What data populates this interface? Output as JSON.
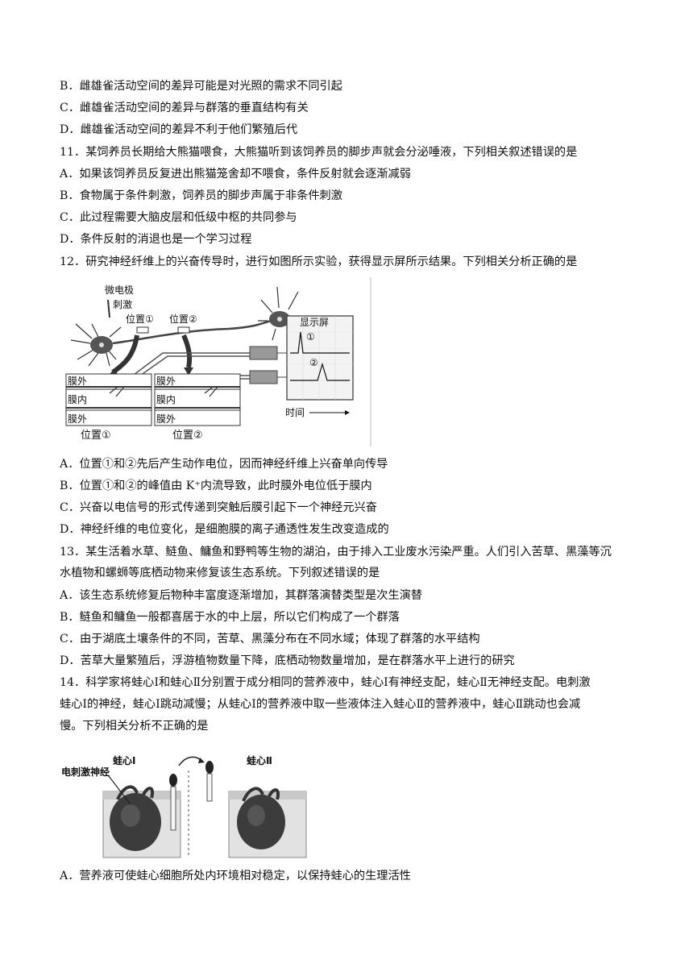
{
  "q10": {
    "optB": "B．雌雄雀活动空间的差异可能是对光照的需求不同引起",
    "optC": "C．雌雄雀活动空间的差异与群落的垂直结构有关",
    "optD": "D．雌雄雀活动空间的差异不利于他们繁殖后代"
  },
  "q11": {
    "stem": "11．某饲养员长期给大熊猫喂食，大熊猫听到该饲养员的脚步声就会分泌唾液，下列相关叙述错误的是",
    "optA": "A．如果该饲养员反复进出熊猫笼舍却不喂食，条件反射就会逐渐减弱",
    "optB": "B．食物属于条件刺激，饲养员的脚步声属于非条件刺激",
    "optC": "C．此过程需要大脑皮层和低级中枢的共同参与",
    "optD": "D．条件反射的消退也是一个学习过程"
  },
  "q12": {
    "stem": "12．研究神经纤维上的兴奋传导时，进行如图所示实验，获得显示屏所示结果。下列相关分析正确的是",
    "figure": {
      "electrode": "微电极",
      "stimulus": "刺激",
      "pos1": "位置①",
      "pos2": "位置②",
      "screen": "显示屏",
      "mark1": "①",
      "mark2": "②",
      "outside": "膜外",
      "inside": "膜内",
      "time": "时间"
    },
    "optA": "A．位置①和②先后产生动作电位，因而神经纤维上兴奋单向传导",
    "optB": "B．位置①和②的峰值由 K⁺内流导致，此时膜外电位低于膜内",
    "optC": "C．兴奋以电信号的形式传递到突触后膜引起下一个神经元兴奋",
    "optD": "D．神经纤维的电位变化，是细胞膜的离子通透性发生改变造成的"
  },
  "q13": {
    "stem1": "13．某生活着水草、鲢鱼、鳙鱼和野鸭等生物的湖泊，由于排入工业废水污染严重。人们引入苦草、黑藻等沉",
    "stem2": "水植物和螺蛳等底栖动物来修复该生态系统。下列叙述错误的是",
    "optA": "A．该生态系统修复后物种丰富度逐渐增加，其群落演替类型是次生演替",
    "optB": "B．鲢鱼和鳙鱼一般都喜居于水的中上层，所以它们构成了一个群落",
    "optC": "C．由于湖底土壤条件的不同，苦草、黑藻分布在不同水域；体现了群落的水平结构",
    "optD": "D．苦草大量繁殖后，浮游植物数量下降，底栖动物数量增加，是在群落水平上进行的研究"
  },
  "q14": {
    "stem1": "14．科学家将蛙心Ⅰ和蛙心Ⅱ分别置于成分相同的营养液中，蛙心Ⅰ有神经支配，蛙心Ⅱ无神经支配。电刺激",
    "stem2": "蛙心Ⅰ的神经，蛙心Ⅰ跳动减慢；从蛙心Ⅰ的营养液中取一些液体注入蛙心Ⅱ的营养液中，蛙心Ⅱ跳动也会减",
    "stem3": "慢。下列相关分析不正确的是",
    "figure": {
      "nerve": "电刺激神经",
      "heart1": "蛙心Ⅰ",
      "heart2": "蛙心Ⅱ"
    },
    "optA": "A．营养液可使蛙心细胞所处内环境相对稳定，以保持蛙心的生理活性"
  }
}
